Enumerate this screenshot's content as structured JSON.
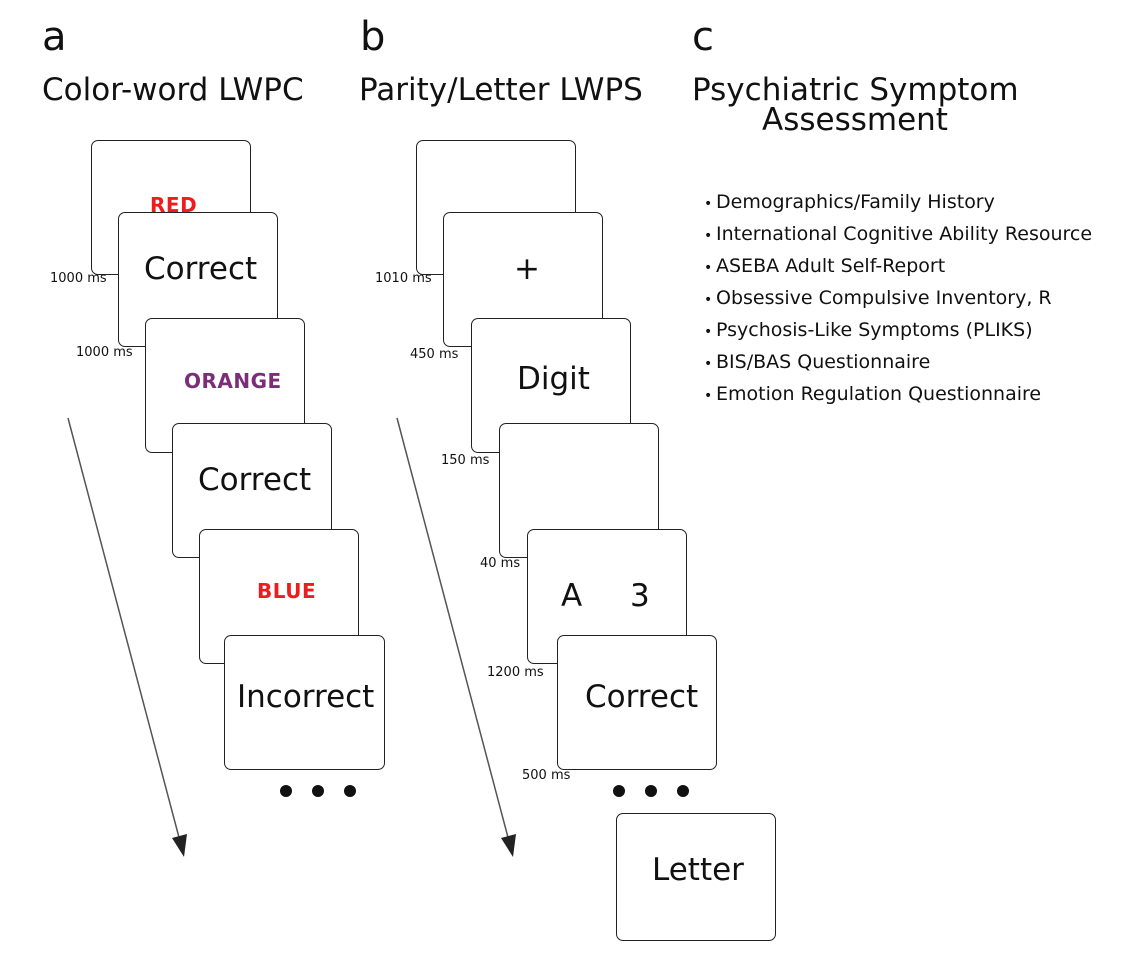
{
  "panels": {
    "a": {
      "letter": "a",
      "title": "Color-word LWPC",
      "cards": [
        {
          "text": "RED",
          "style": "stim",
          "color": "#ee1c1c"
        },
        {
          "text": "Correct",
          "style": "plain"
        },
        {
          "text": "ORANGE",
          "style": "stim",
          "color": "#7b2d7a"
        },
        {
          "text": "Correct",
          "style": "plain"
        },
        {
          "text": "BLUE",
          "style": "stim",
          "color": "#ee1c1c"
        },
        {
          "text": "Incorrect",
          "style": "plain"
        }
      ],
      "timings": [
        "1000 ms",
        "1000 ms"
      ]
    },
    "b": {
      "letter": "b",
      "title": "Parity/Letter LWPS",
      "cards": [
        {
          "text": "",
          "style": "plain"
        },
        {
          "text": "+",
          "style": "plain"
        },
        {
          "text": "Digit",
          "style": "plain"
        },
        {
          "text": "",
          "style": "plain"
        },
        {
          "text_left": "A",
          "text_right": "3",
          "style": "pair"
        },
        {
          "text": "Correct",
          "style": "plain"
        },
        {
          "text": "Letter",
          "style": "plain"
        }
      ],
      "timings": [
        "1010 ms",
        "450 ms",
        "150 ms",
        "40 ms",
        "1200 ms",
        "500 ms"
      ]
    },
    "c": {
      "letter": "c",
      "title_line1": "Psychiatric Symptom",
      "title_line2": "Assessment",
      "bullet": "•",
      "items": [
        "Demographics/Family History",
        "International Cognitive Ability Resource",
        "ASEBA Adult Self-Report",
        "Obsessive Compulsive Inventory, R",
        "Psychosis-Like Symptoms (PLIKS)",
        "BIS/BAS Questionnaire",
        "Emotion Regulation Questionnaire"
      ]
    }
  },
  "colors": {
    "red": "#ee1c1c",
    "purple": "#7b2d7a",
    "arrow": "#555555"
  }
}
